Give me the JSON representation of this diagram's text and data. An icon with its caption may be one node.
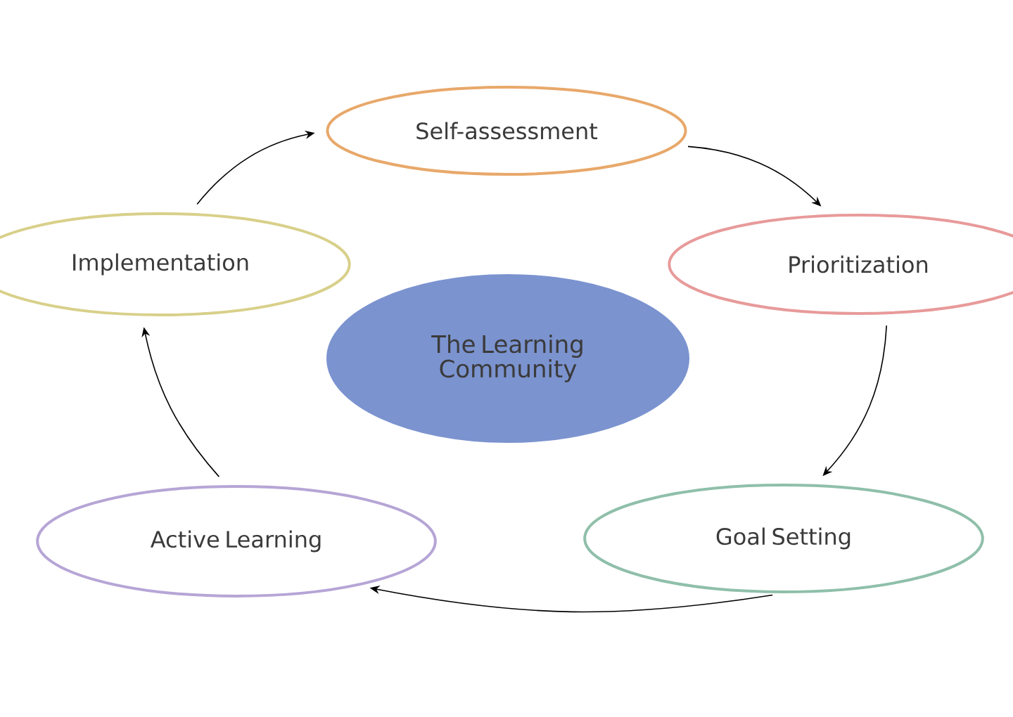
{
  "diagram": {
    "nodes": [
      {
        "text": [
          "Self-assessment"
        ]
      },
      {
        "text": [
          "Prioritization"
        ]
      },
      {
        "text": [
          "Goal Setting"
        ]
      },
      {
        "text": [
          "Active Learning"
        ]
      },
      {
        "text": [
          "Implementation"
        ]
      },
      {
        "text": [
          "The Learning Community"
        ]
      }
    ],
    "edges": [
      {
        "from": 0,
        "to": 1,
        "arrow": "to"
      },
      {
        "from": 1,
        "to": 2,
        "arrow": "to"
      },
      {
        "from": 2,
        "to": 3,
        "arrow": "to"
      },
      {
        "from": 3,
        "to": 4,
        "arrow": "to"
      },
      {
        "from": 4,
        "to": 0,
        "arrow": "to"
      }
    ]
  }
}
